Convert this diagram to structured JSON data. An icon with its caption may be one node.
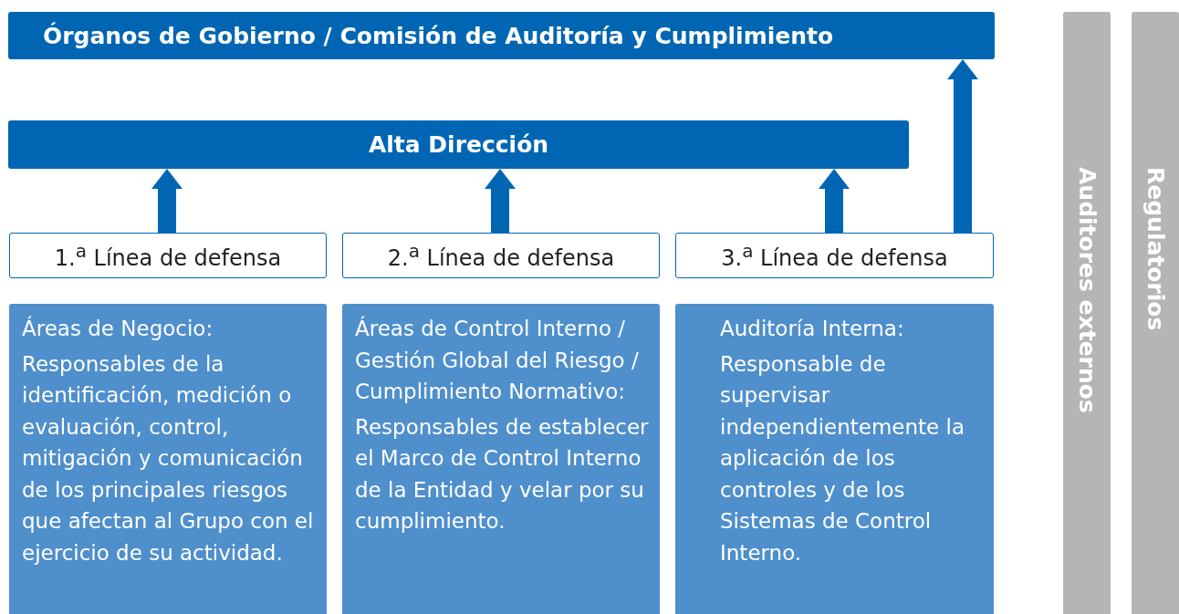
{
  "diagram": {
    "nodes": [
      {
        "text": [
          "Órganos de Gobierno / Comisión de Auditoría y Cumplimiento"
        ]
      },
      {
        "text": [
          "Alta Dirección"
        ]
      },
      {
        "text": [
          "1.$^{a}$ Línea de defensa"
        ]
      },
      {
        "text": [
          "2.$^{a}$ Línea de defensa"
        ]
      },
      {
        "text": [
          "3.$^{a}$ Línea de defensa"
        ]
      },
      {
        "text": [
          "Áreas de Negocio:",
          "Responsables de la identificación, medición o evaluación, control, mitigación y comunicación de los principales riesgos que afectan al Grupo con el ejercicio de su actividad."
        ]
      },
      {
        "text": [
          "Áreas de Control Interno / Gestión Global del Riesgo / Cumplimiento Normativo:",
          "Responsables de establecer el Marco de Control Interno de la Entidad y velar por su cumplimiento."
        ]
      },
      {
        "text": [
          "Auditoría Interna:",
          "Responsable de supervisar independientemente la aplicación de los controles y de los Sistemas de Control Interno."
        ]
      },
      {
        "text": [
          "Auditores externos"
        ]
      },
      {
        "text": [
          "Regulatorios"
        ]
      }
    ],
    "edges": [
      {
        "from": 2,
        "to": 1,
        "arrow": "to"
      },
      {
        "from": 3,
        "to": 1,
        "arrow": "to"
      },
      {
        "from": 4,
        "to": 1,
        "arrow": "to"
      },
      {
        "from": 4,
        "to": 0,
        "arrow": "to"
      }
    ]
  }
}
